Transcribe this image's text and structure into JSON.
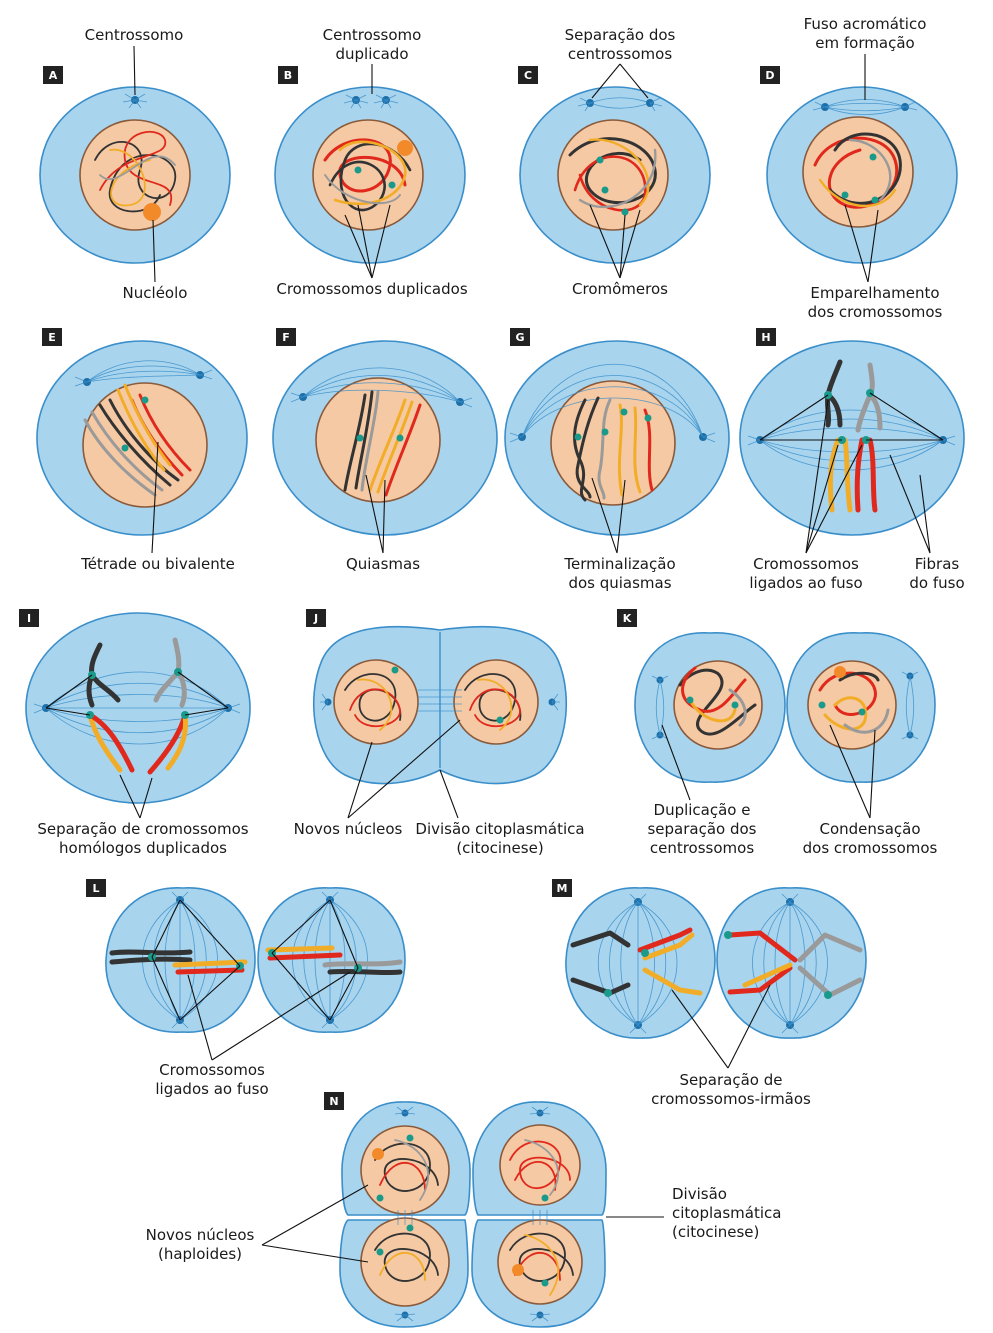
{
  "panels": [
    "A",
    "B",
    "C",
    "D",
    "E",
    "F",
    "G",
    "H",
    "I",
    "J",
    "K",
    "L",
    "M",
    "N"
  ],
  "labels": {
    "centrossomo": "Centrossomo",
    "nucleolo": "Nucléolo",
    "centrossomo_dup_1": "Centrossomo",
    "centrossomo_dup_2": "duplicado",
    "cromossomos_duplicados": "Cromossomos duplicados",
    "separacao_centrossomos_1": "Separação dos",
    "separacao_centrossomos_2": "centrossomos",
    "cromomeros": "Cromômeros",
    "fuso_1": "Fuso acromático",
    "fuso_2": "em formação",
    "emparelhamento_1": "Emparelhamento",
    "emparelhamento_2": "dos cromossomos",
    "tetrade": "Tétrade ou bivalente",
    "quiasmas": "Quiasmas",
    "terminalizacao_1": "Terminalização",
    "terminalizacao_2": "dos quiasmas",
    "crom_ligados_1": "Cromossomos",
    "crom_ligados_2": "ligados ao fuso",
    "fibras_1": "Fibras",
    "fibras_2": "do fuso",
    "separacao_homologos_1": "Separação de cromossomos",
    "separacao_homologos_2": "homólogos duplicados",
    "novos_nucleos": "Novos núcleos",
    "divisao_1": "Divisão citoplasmática",
    "divisao_2": "(citocinese)",
    "duplicacao_1": "Duplicação e",
    "duplicacao_2": "separação dos",
    "duplicacao_3": "centrossomos",
    "condensacao_1": "Condensação",
    "condensacao_2": "dos cromossomos",
    "crom_ligados_L_1": "Cromossomos",
    "crom_ligados_L_2": "ligados ao fuso",
    "separacao_irmaos_1": "Separação de",
    "separacao_irmaos_2": "cromossomos-irmãos",
    "novos_nucleos_hap_1": "Novos núcleos",
    "novos_nucleos_hap_2": "(haploides)",
    "divisao_N_1": "Divisão",
    "divisao_N_2": "citoplasmática",
    "divisao_N_3": "(citocinese)"
  },
  "colors": {
    "cell_fill": "#a8d4ee",
    "cell_stroke": "#3a8ec9",
    "nucleus_fill": "#f5c9a4",
    "chromosome_black": "#333333",
    "chromosome_gray": "#9a9a9a",
    "chromosome_red": "#e0291c",
    "chromosome_yellow": "#f2ad28",
    "centromere": "#1a9a8a"
  }
}
